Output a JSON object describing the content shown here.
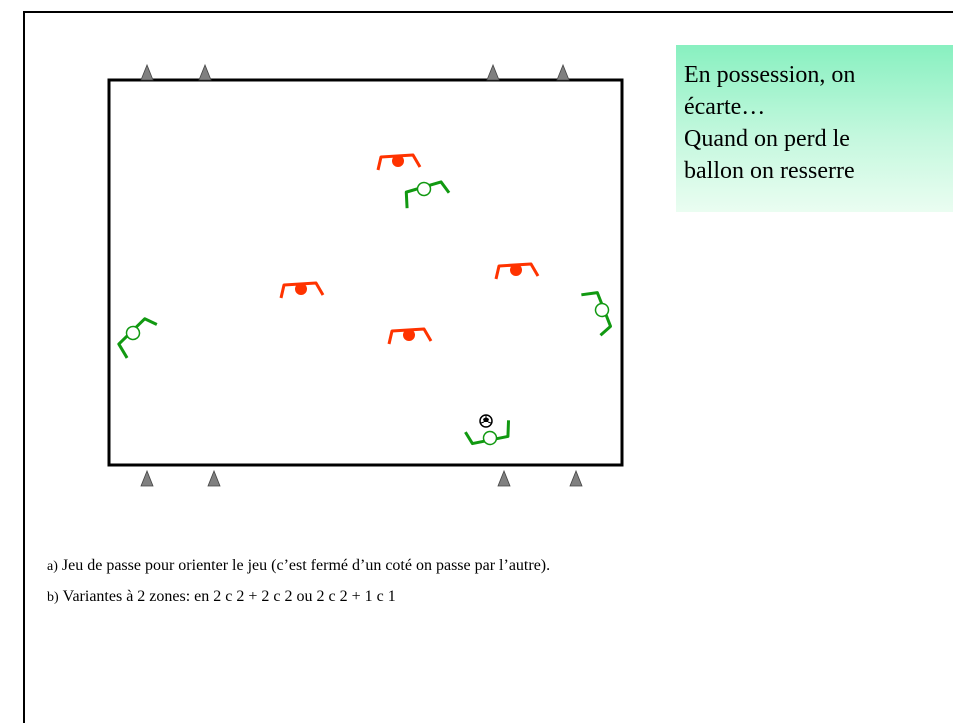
{
  "callout": {
    "lines": [
      "En possession, on",
      "écarte…",
      "Quand on perd le",
      "ballon on resserre"
    ]
  },
  "notes": [
    {
      "letter": "a)",
      "text": "Jeu de passe pour orienter le jeu (c’est fermé d’un coté on passe par l’autre)."
    },
    {
      "letter": "b)",
      "text": "Variantes à 2 zones: en 2 c 2 + 2 c 2 ou 2 c 2 + 1 c 1"
    }
  ],
  "colors": {
    "team_red": "#ff3300",
    "team_green": "#119911",
    "cone": "#808080",
    "callout_top": "#88f0c0",
    "callout_bottom": "#eafdf1"
  }
}
